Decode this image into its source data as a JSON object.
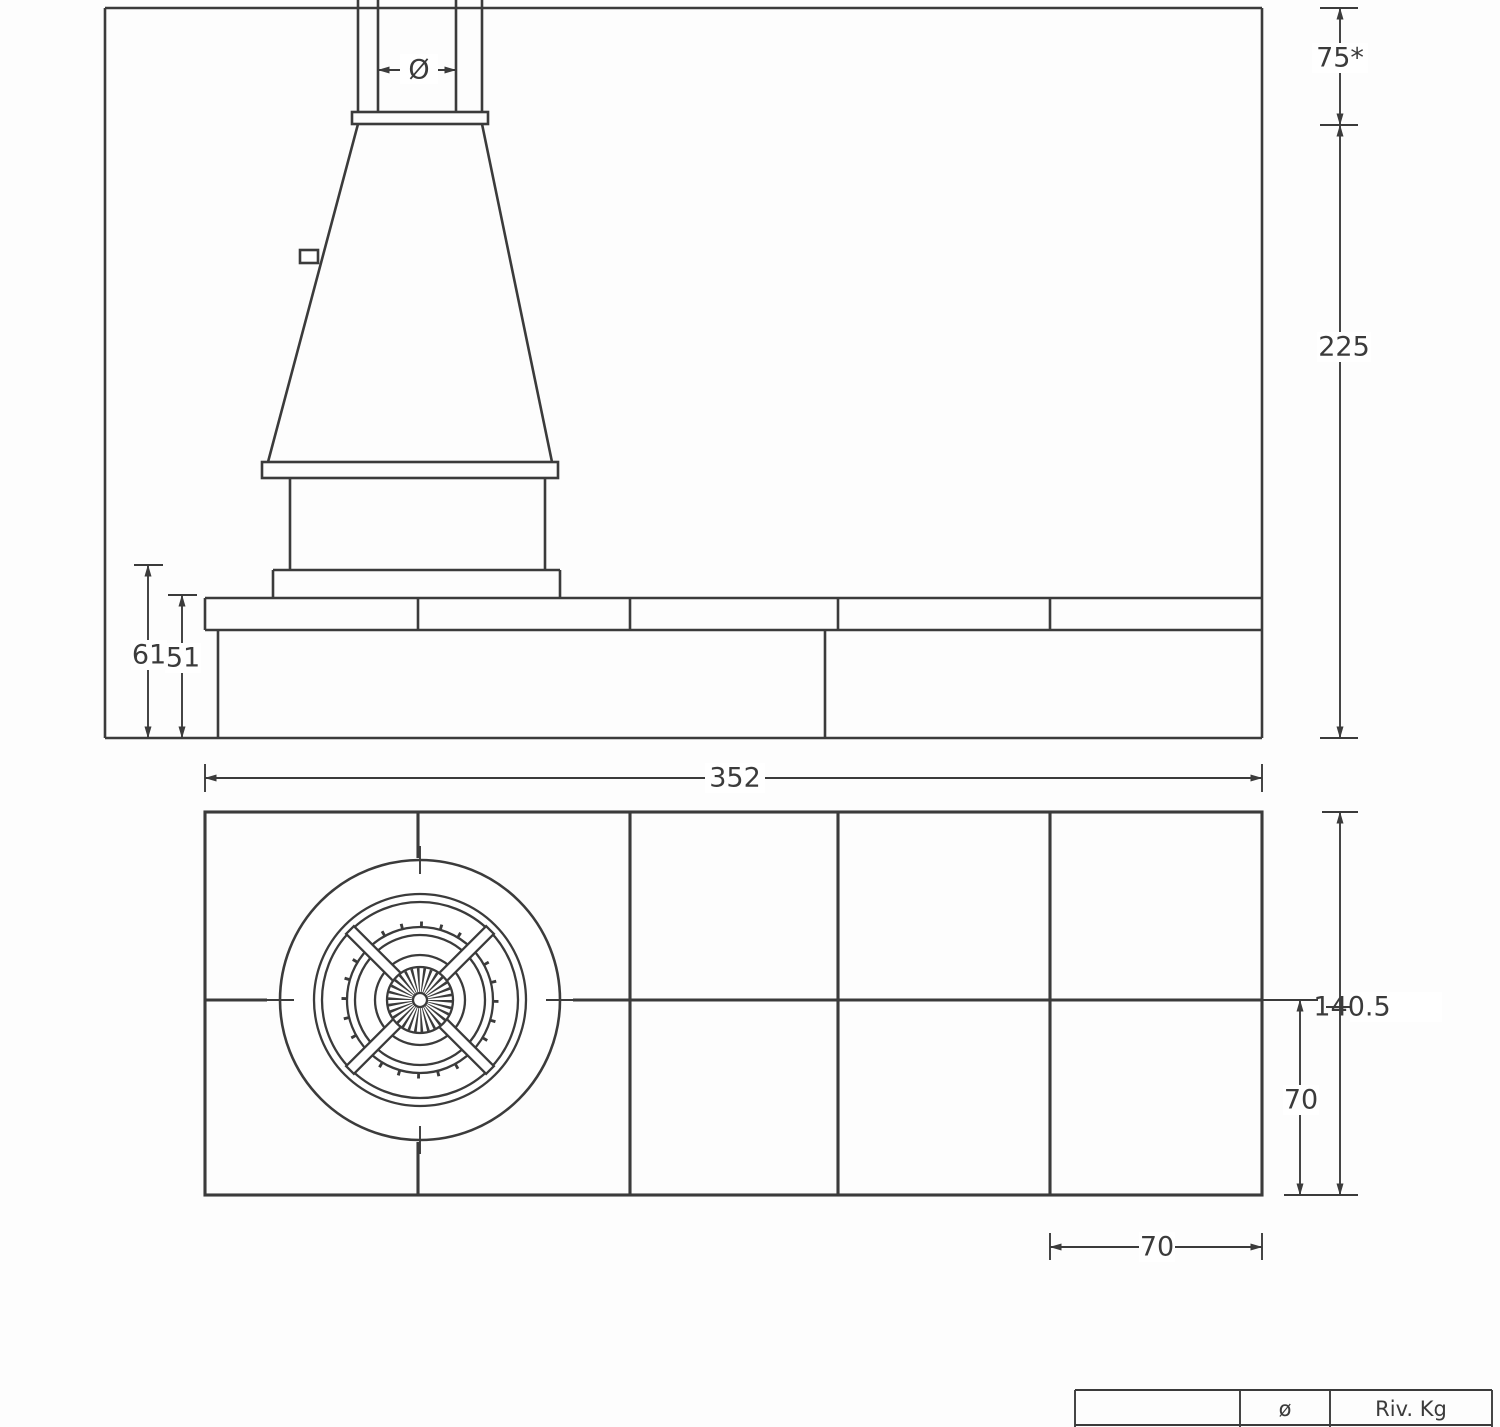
{
  "page": {
    "background_color": "#fdfdfd",
    "line_color": "#3b3b3b"
  },
  "elevation": {
    "flue_diameter_label": "Ø",
    "dim_flue_stub": "75*",
    "dim_overall_height": "225",
    "dim_hearth_height": "61",
    "dim_bench_height": "51",
    "dim_overall_width": "352"
  },
  "plan": {
    "dim_overall_depth": "140.5",
    "dim_module_depth": "70",
    "dim_module_width": "70"
  },
  "title_block": {
    "diameter_header": "ø",
    "riv_kg_header": "Riv. Kg"
  }
}
